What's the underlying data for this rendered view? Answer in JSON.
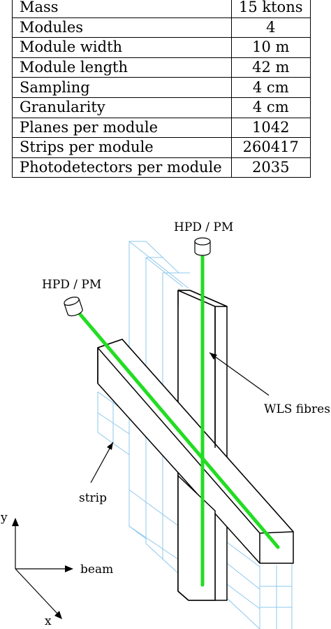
{
  "table": {
    "rows": [
      {
        "param": "Mass",
        "value": "15 ktons"
      },
      {
        "param": "Modules",
        "value": "4"
      },
      {
        "param": "Module width",
        "value": "10 m"
      },
      {
        "param": "Module length",
        "value": "42 m"
      },
      {
        "param": "Sampling",
        "value": "4 cm"
      },
      {
        "param": "Granularity",
        "value": "4 cm"
      },
      {
        "param": "Planes per module",
        "value": "1042"
      },
      {
        "param": "Strips per module",
        "value": "260417"
      },
      {
        "param": "Photodetectors per module",
        "value": "2035"
      }
    ]
  },
  "diagram": {
    "labels": {
      "hpd_top": "HPD / PM",
      "hpd_left": "HPD / PM",
      "wls": "WLS fibres",
      "strip": "strip",
      "axis_y": "y",
      "axis_x": "x",
      "axis_beam": "beam"
    },
    "colors": {
      "fibre": "#22dd22",
      "grid": "#8ec8ec",
      "outline": "#000000"
    }
  }
}
